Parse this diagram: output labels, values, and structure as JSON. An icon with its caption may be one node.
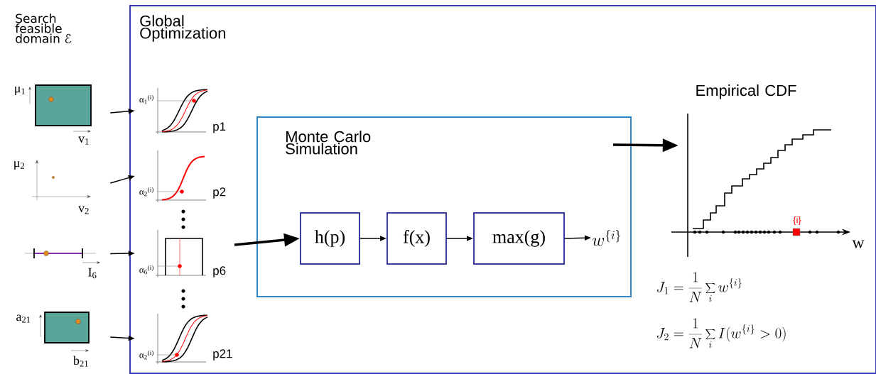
{
  "diagram": {
    "nodes": [
      {
        "text": [
          "Global Optimization"
        ]
      },
      {
        "text": [],
        "shape": "picture",
        "in": 0,
        "beside": [
          "α$_{1}$$^{(i)}$",
          "p1"
        ]
      },
      {
        "text": [],
        "shape": "picture",
        "in": 0,
        "beside": [
          "α$_{2}$$^{(i)}$",
          "p2"
        ]
      },
      {
        "text": [],
        "shape": "picture",
        "in": 0,
        "beside": [
          "α$_{6}$$^{(i)}$",
          "p6"
        ]
      },
      {
        "text": [],
        "shape": "picture",
        "in": 0,
        "beside": [
          "α$_{2}$$^{(i)}$",
          "p21"
        ]
      },
      {
        "text": [
          "Monte Carlo Simulation"
        ],
        "in": 0
      },
      {
        "text": [
          "h(p)"
        ],
        "in": 5
      },
      {
        "text": [
          "f(x)"
        ],
        "in": 5
      },
      {
        "text": [
          "max(g)"
        ],
        "in": 5
      },
      {
        "text": [
          "w^{\\{i\\}}"
        ],
        "in": 5
      },
      {
        "text": [
          "Empirical CDF"
        ],
        "in": 0,
        "beside": [
          "w"
        ]
      },
      {
        "text": [],
        "shape": "picture",
        "beside": [
          "μ$_{1}$",
          "v$_{1}$"
        ]
      },
      {
        "text": [],
        "shape": "picture",
        "beside": [
          "μ$_{2}$",
          "v$_{2}$"
        ]
      },
      {
        "text": [],
        "shape": "picture",
        "beside": [
          "I$_{6}$"
        ]
      },
      {
        "text": [],
        "shape": "picture",
        "beside": [
          "a$_{21}$",
          "b$_{21}$"
        ]
      }
    ],
    "edges": [
      {
        "from": 11,
        "to": 1,
        "arrow": "to"
      },
      {
        "from": 12,
        "to": 2,
        "arrow": "to"
      },
      {
        "from": 13,
        "to": 3,
        "arrow": "to"
      },
      {
        "from": 14,
        "to": 4,
        "arrow": "to"
      },
      {
        "from": null,
        "to": 6,
        "arrow": "to",
        "style": "thick"
      },
      {
        "from": 6,
        "to": 7,
        "arrow": "to"
      },
      {
        "from": 7,
        "to": 8,
        "arrow": "to"
      },
      {
        "from": 8,
        "to": 9,
        "arrow": "to"
      },
      {
        "from": 5,
        "to": 10,
        "arrow": "to",
        "style": "thick"
      }
    ],
    "labels": [
      "Search feasible domain ℰ",
      "{i}",
      "J_1 = \\frac{1}{N}\\sum_{i} w^{\\{i\\}}",
      "J_2 = \\frac{1}{N}\\sum_{i} I(w^{\\{i\\}}>0)"
    ]
  }
}
